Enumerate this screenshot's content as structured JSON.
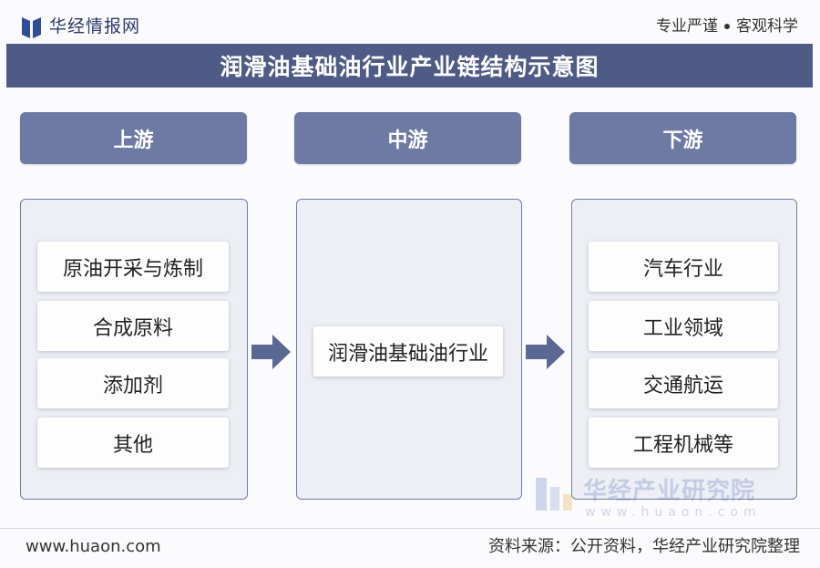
{
  "header": {
    "brand": "华经情报网",
    "slogan_left": "专业严谨",
    "slogan_right": "客观科学"
  },
  "title": "润滑油基础油行业产业链结构示意图",
  "stages": [
    {
      "label": "上游",
      "items": [
        "原油开采与炼制",
        "合成原料",
        "添加剂",
        "其他"
      ]
    },
    {
      "label": "中游",
      "items": [
        "润滑油基础油行业"
      ]
    },
    {
      "label": "下游",
      "items": [
        "汽车行业",
        "工业领域",
        "交通航运",
        "工程机械等"
      ]
    }
  ],
  "watermark": {
    "name": "华经产业研究院",
    "url": "www.huaon.com"
  },
  "footer": {
    "website": "www.huaon.com",
    "source": "资料来源：公开资料，华经产业研究院整理"
  },
  "icons": {
    "logo": "huajing-logo-icon",
    "connector": "right-arrow-icon"
  },
  "colors": {
    "title_bar": "#4e5b86",
    "stage_header": "#6d7ba4",
    "panel_bg": "#edeff4",
    "arrow": "#5a6893",
    "brand_logo": "#2f4c9c"
  }
}
